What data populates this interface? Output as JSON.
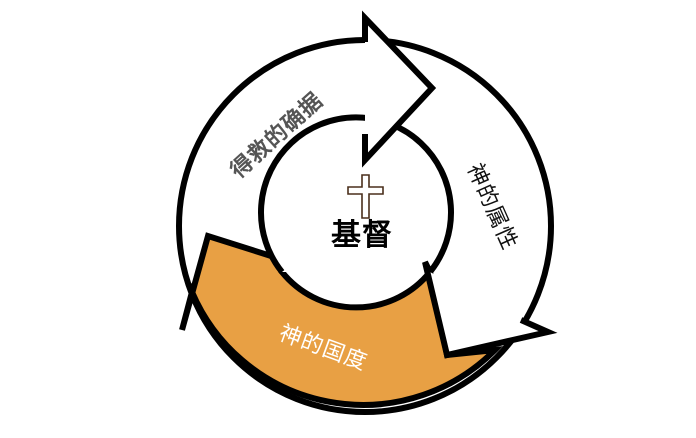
{
  "diagram": {
    "center_label": "基督",
    "cycle": [
      {
        "label": "得救的确据",
        "fill": "#ffffff",
        "text_color": "#555555"
      },
      {
        "label": "神的属性",
        "fill": "#ffffff",
        "text_color": "#111111"
      },
      {
        "label": "神的国度",
        "fill": "#E8A044",
        "text_color": "#ffffff"
      }
    ],
    "icons": {
      "center": "cross-icon"
    }
  }
}
